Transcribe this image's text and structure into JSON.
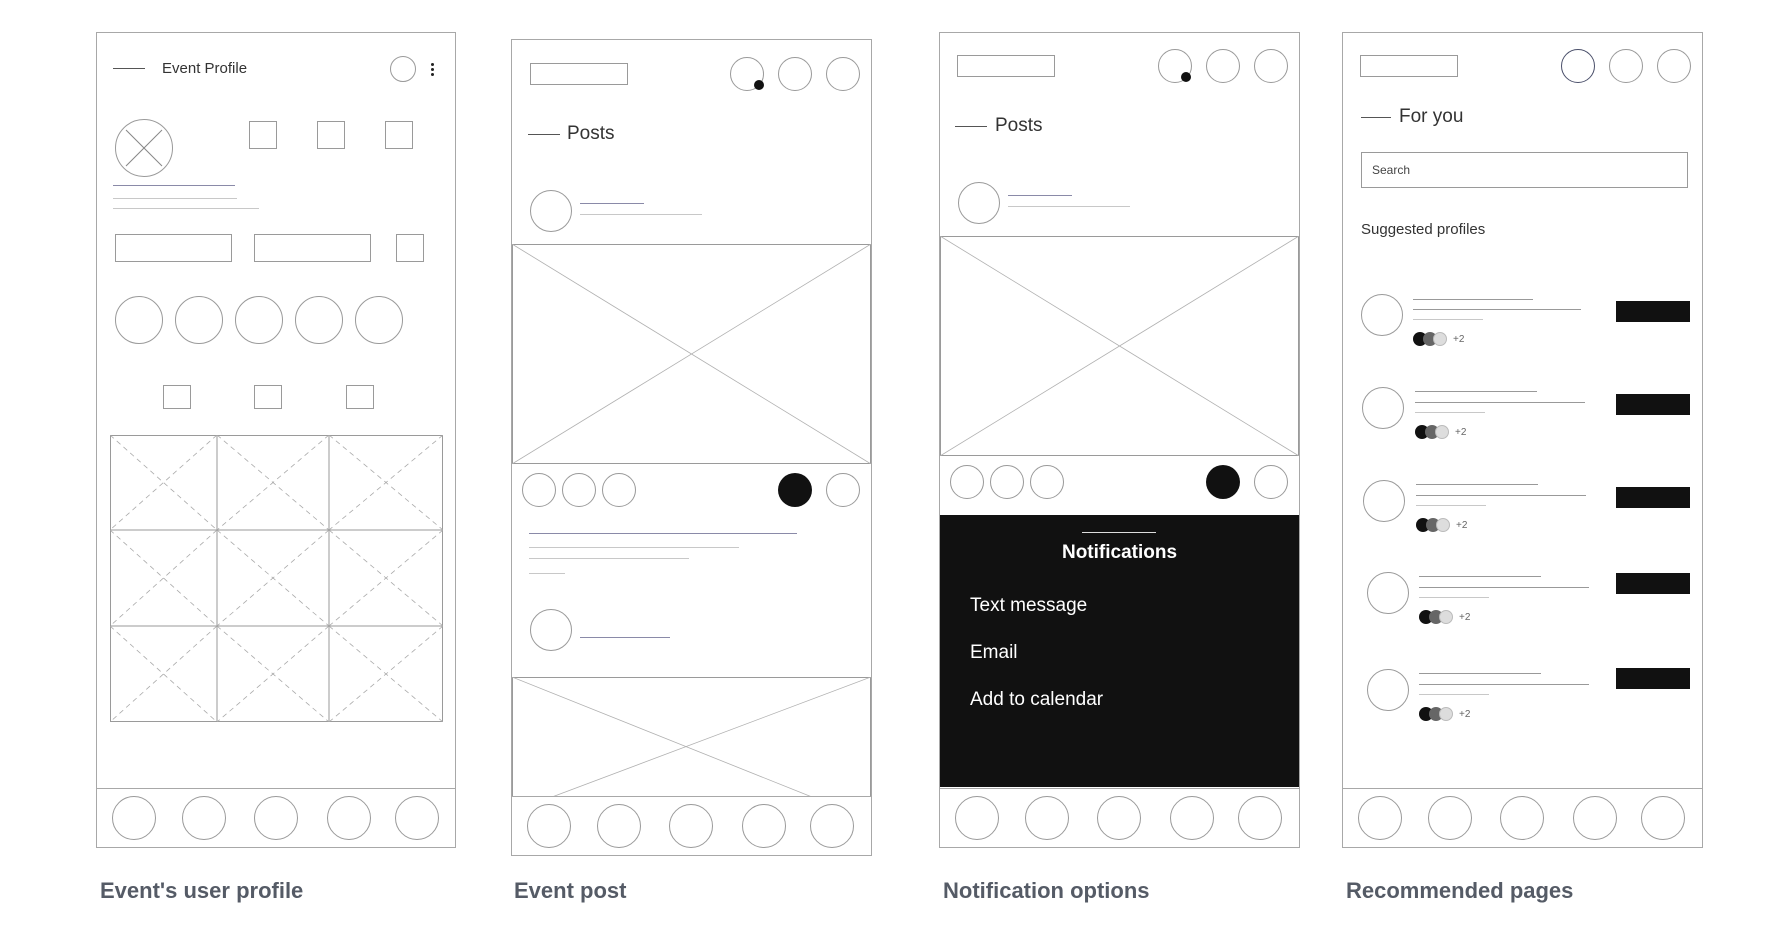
{
  "captions": {
    "screen1": "Event's user profile",
    "screen2": "Event post",
    "screen3": "Notification options",
    "screen4": "Recommended pages"
  },
  "screen1": {
    "title": "Event Profile",
    "back_icon": "arrow-left-icon",
    "menu_icon": "kebab-menu-icon"
  },
  "screen2": {
    "section_title": "Posts",
    "back_icon": "arrow-left-icon"
  },
  "screen3": {
    "section_title": "Posts",
    "sheet_title": "Notifications",
    "options": [
      "Text message",
      "Email",
      "Add to calendar"
    ]
  },
  "screen4": {
    "section_title": "For you",
    "search_placeholder": "Search",
    "suggested_heading": "Suggested profiles",
    "more_count": "+2"
  },
  "colors": {
    "wire_border": "#9a9a9a",
    "filled": "#111111",
    "caption": "#555b66"
  }
}
